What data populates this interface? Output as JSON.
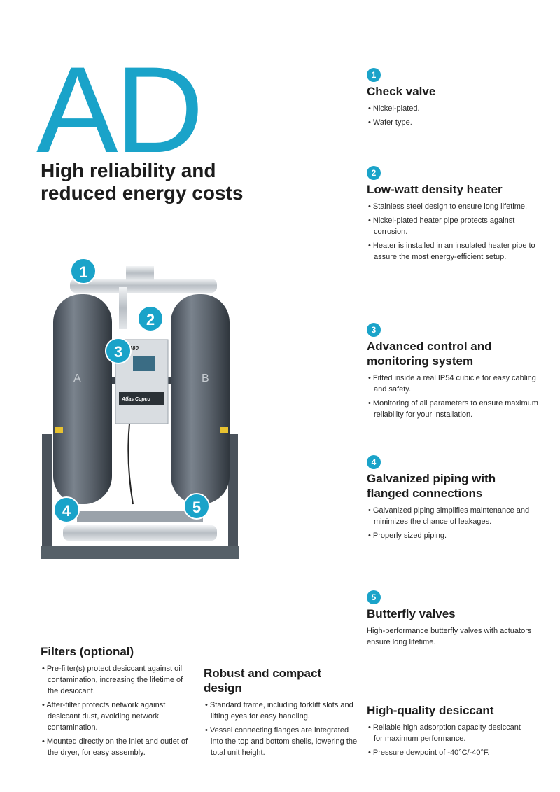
{
  "brand": {
    "title": "AD",
    "headline_lines": [
      "High reliability and",
      "reduced energy costs"
    ],
    "accent": "#1aa3c9"
  },
  "features": [
    {
      "num": "1",
      "title_lines": [
        "Check valve"
      ],
      "items": [
        "Nickel-plated.",
        "Wafer type."
      ]
    },
    {
      "num": "2",
      "title_lines": [
        "Low-watt density heater"
      ],
      "items": [
        "Stainless steel design to ensure long lifetime.",
        "Nickel-plated heater pipe protects against corrosion.",
        "Heater is installed in an insulated heater pipe to assure the most energy-efficient setup."
      ]
    },
    {
      "num": "3",
      "title_lines": [
        "Advanced control and",
        "monitoring system"
      ],
      "items": [
        "Fitted inside a real IP54 cubicle for easy cabling and safety.",
        "Monitoring of all parameters to ensure maximum reliability for your installation."
      ]
    },
    {
      "num": "4",
      "title_lines": [
        "Galvanized piping with",
        "flanged connections"
      ],
      "items": [
        "Galvanized piping simplifies maintenance and minimizes the chance of leakages.",
        "Properly sized piping."
      ]
    },
    {
      "num": "5",
      "title_lines": [
        "Butterfly valves"
      ],
      "text": "High-performance butterfly valves with actuators ensure long lifetime."
    }
  ],
  "bottom": [
    {
      "title_lines": [
        "Filters (optional)"
      ],
      "items": [
        "Pre-filter(s) protect desiccant against oil contamination, increasing the lifetime of the desiccant.",
        "After-filter protects network against desiccant dust, avoiding network contamination.",
        "Mounted directly on the inlet and outlet of the dryer, for easy assembly."
      ]
    },
    {
      "title_lines": [
        "Robust and compact",
        "design"
      ],
      "items": [
        "Standard frame, including forklift slots and lifting eyes for easy handling.",
        "Vessel connecting flanges are integrated into the top and bottom shells, lowering the total unit height."
      ]
    },
    {
      "title_lines": [
        "High-quality desiccant"
      ],
      "items": [
        "Reliable high adsorption capacity desiccant for maximum performance.",
        "Pressure dewpoint of -40°C/-40°F."
      ]
    }
  ],
  "product": {
    "model_label": "AD480",
    "brand_plate": "Atlas Copco",
    "vessel_a": "A",
    "vessel_b": "B",
    "callouts": [
      "1",
      "2",
      "3",
      "4",
      "5"
    ]
  }
}
